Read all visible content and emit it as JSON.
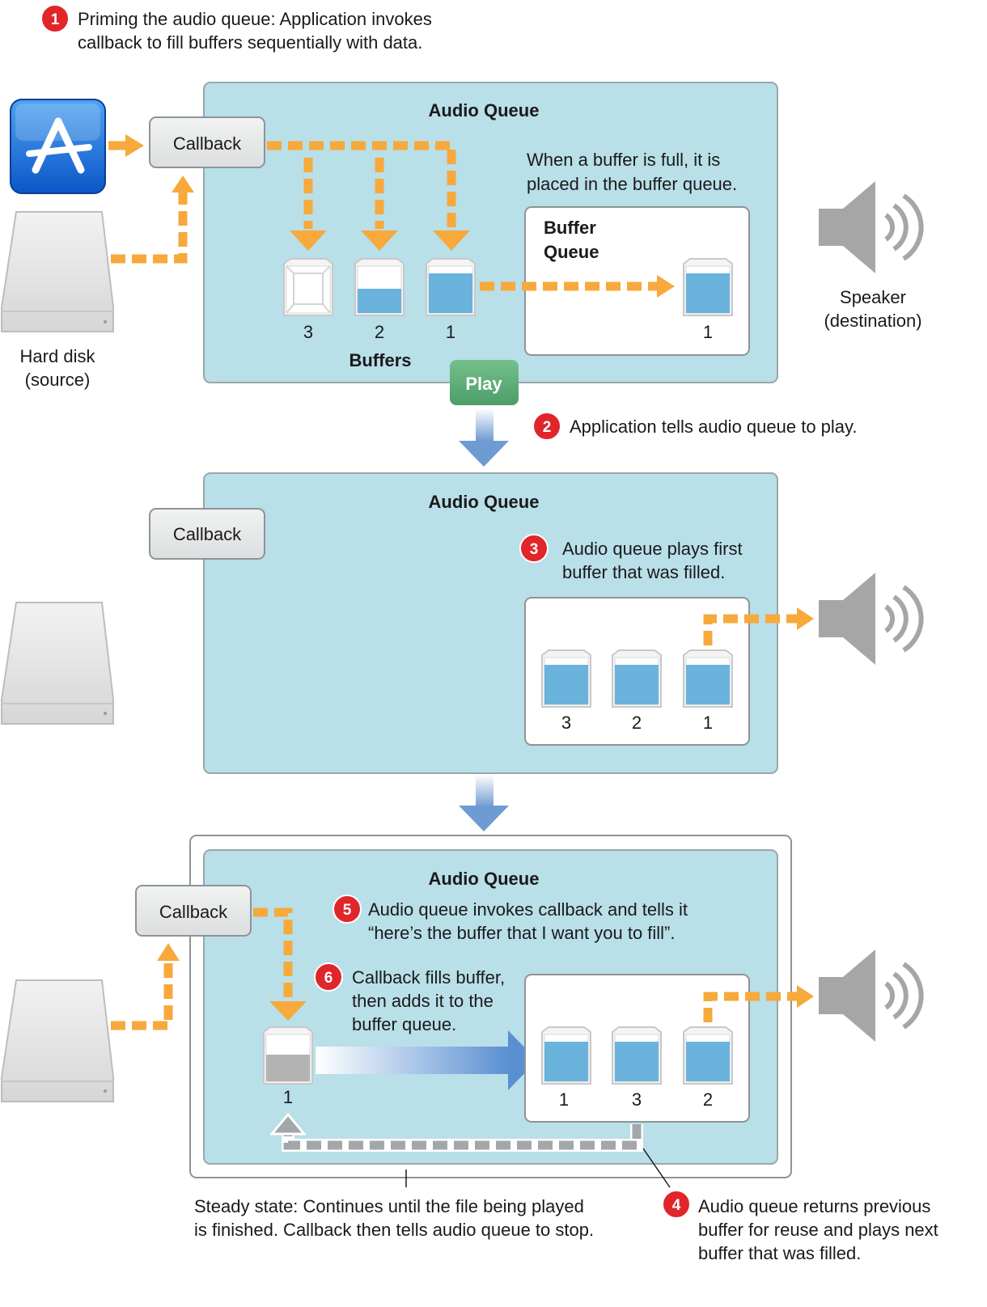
{
  "colors": {
    "queue_fill": "#b9dfe9",
    "queue_border": "#8f9ea3",
    "accent_orange": "#f7a93b",
    "badge_red": "#e0252b",
    "play_green": "#5fb07a",
    "water_blue": "#6ab3dd",
    "arrow_blue": "#7aa6d8",
    "gray_dash": "#a3a7aa"
  },
  "step1": {
    "badge": "1",
    "line1": "Priming the audio queue: Application invokes",
    "line2": "callback to fill buffers sequentially with data."
  },
  "step2": {
    "badge": "2",
    "text": "Application tells audio queue to play."
  },
  "step3": {
    "badge": "3",
    "line1": "Audio queue plays first",
    "line2": "buffer that was filled."
  },
  "step4": {
    "badge": "4",
    "line1": "Audio queue returns previous",
    "line2": "buffer for reuse and plays next",
    "line3": "buffer that was filled."
  },
  "step5": {
    "badge": "5",
    "line1": "Audio queue invokes callback and tells it",
    "line2": "“here’s the buffer that I want you to fill”."
  },
  "step6": {
    "badge": "6",
    "line1": "Callback fills buffer,",
    "line2": "then adds it to the",
    "line3": "buffer queue."
  },
  "panel1": {
    "title": "Audio Queue",
    "callback": "Callback",
    "full_note_line1": "When a buffer is full, it is",
    "full_note_line2": "placed in the buffer queue.",
    "buffer_queue_line1": "Buffer",
    "buffer_queue_line2": "Queue",
    "buffers_label": "Buffers",
    "buffer_nums": [
      "3",
      "2",
      "1"
    ],
    "queued_num": "1",
    "play_button": "Play"
  },
  "panel2": {
    "title": "Audio Queue",
    "callback": "Callback",
    "queue_nums": [
      "3",
      "2",
      "1"
    ]
  },
  "panel3": {
    "title": "Audio Queue",
    "callback": "Callback",
    "filling_num": "1",
    "queue_nums": [
      "1",
      "3",
      "2"
    ],
    "steady_line1": "Steady state: Continues until the file being played",
    "steady_line2": "is finished. Callback then tells audio queue to stop."
  },
  "hard_disk": {
    "line1": "Hard disk",
    "line2": "(source)"
  },
  "speaker": {
    "line1": "Speaker",
    "line2": "(destination)"
  },
  "icons": {
    "app": "app-store-icon",
    "disk": "hard-disk-icon",
    "speaker": "speaker-icon"
  }
}
